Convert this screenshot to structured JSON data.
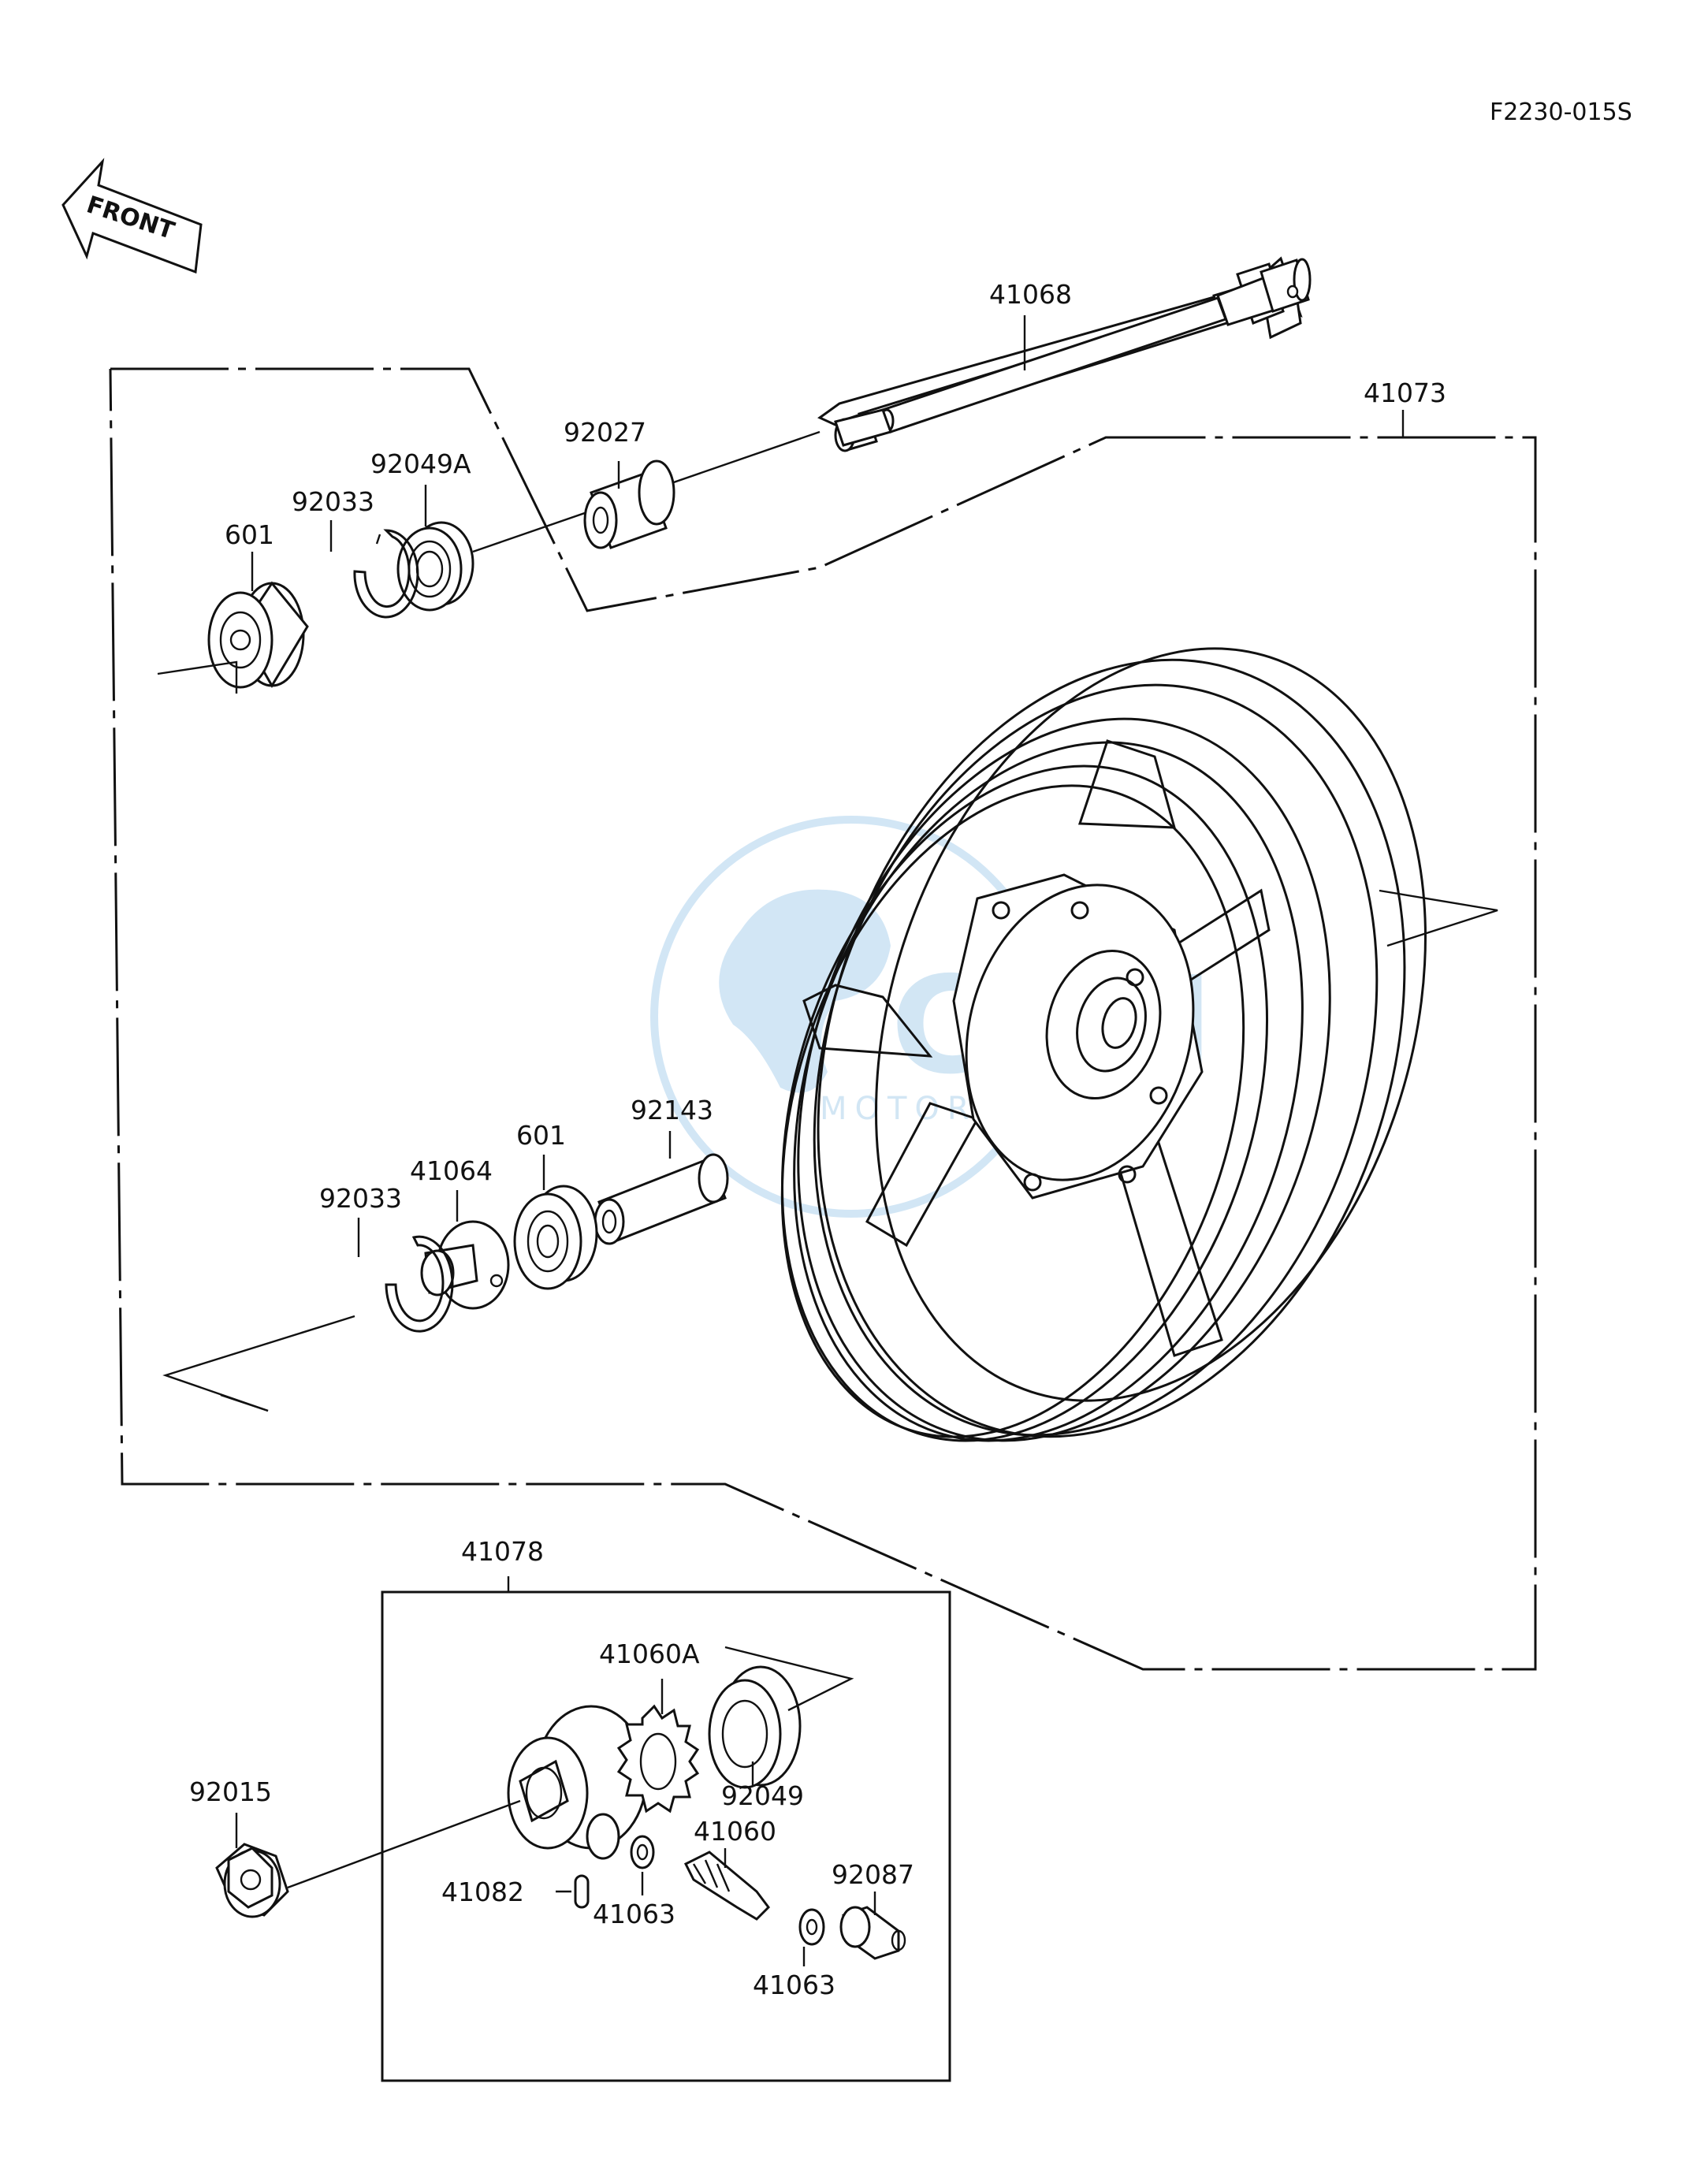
{
  "ref_code": "F2230-015S",
  "front_label": "FRONT",
  "watermark": {
    "brand": "CEM",
    "tagline": "MOTORPARTS",
    "color": "#7fb8e2"
  },
  "parts": {
    "axle": "41068",
    "wheel": "41073",
    "collar_top": "92027",
    "bearing_top": "92049A",
    "circlip_top": "92033",
    "bearing_assy_top": "601",
    "collar_mid": "92143",
    "bearing_assy_mid": "601",
    "retainer": "41064",
    "circlip_mid": "92033",
    "meter_gear_assy": "41078",
    "drive_gear": "41060A",
    "oil_seal": "92049",
    "axle_nut": "92015",
    "pinion": "41060",
    "washer_a": "41063",
    "washer_b": "41063",
    "pin": "41082",
    "bushing": "92087"
  }
}
